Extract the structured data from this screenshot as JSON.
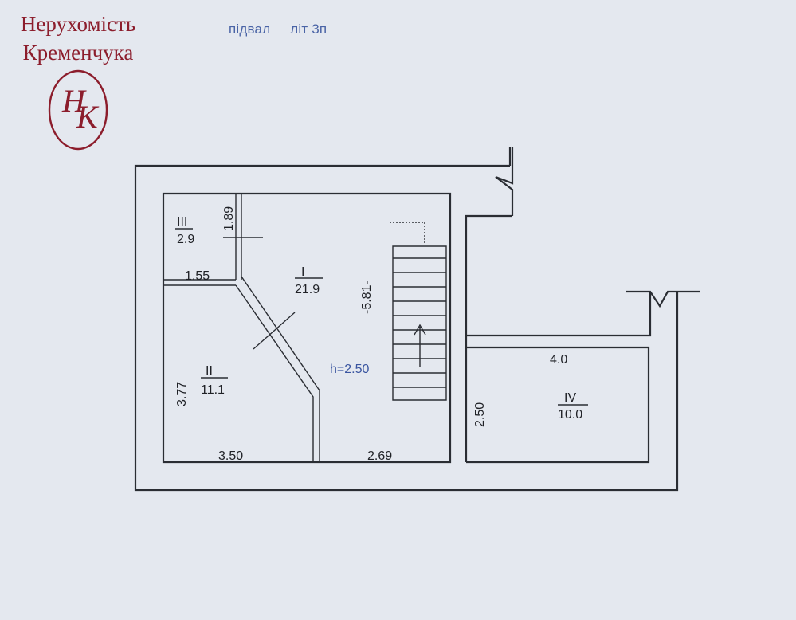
{
  "brand": {
    "line1": "Нерухомість",
    "line2": "Кременчука",
    "logo_letter_1": "Н",
    "logo_letter_2": "К",
    "logo_color": "#8c1d2c"
  },
  "header": {
    "floor": "підвал",
    "building": "літ 3п"
  },
  "plan": {
    "rooms": [
      {
        "id": "I",
        "area": "21.9"
      },
      {
        "id": "II",
        "area": "11.1"
      },
      {
        "id": "III",
        "area": "2.9"
      },
      {
        "id": "IV",
        "area": "10.0"
      }
    ],
    "dimensions": {
      "d_1_89": "1.89",
      "d_1_55": "1.55",
      "d_5_81": "-5.81-",
      "d_3_77": "3.77",
      "d_3_50": "3.50",
      "d_2_69": "2.69",
      "d_4_0": "4.0",
      "d_2_50": "2.50"
    },
    "height": "h=2.50"
  }
}
